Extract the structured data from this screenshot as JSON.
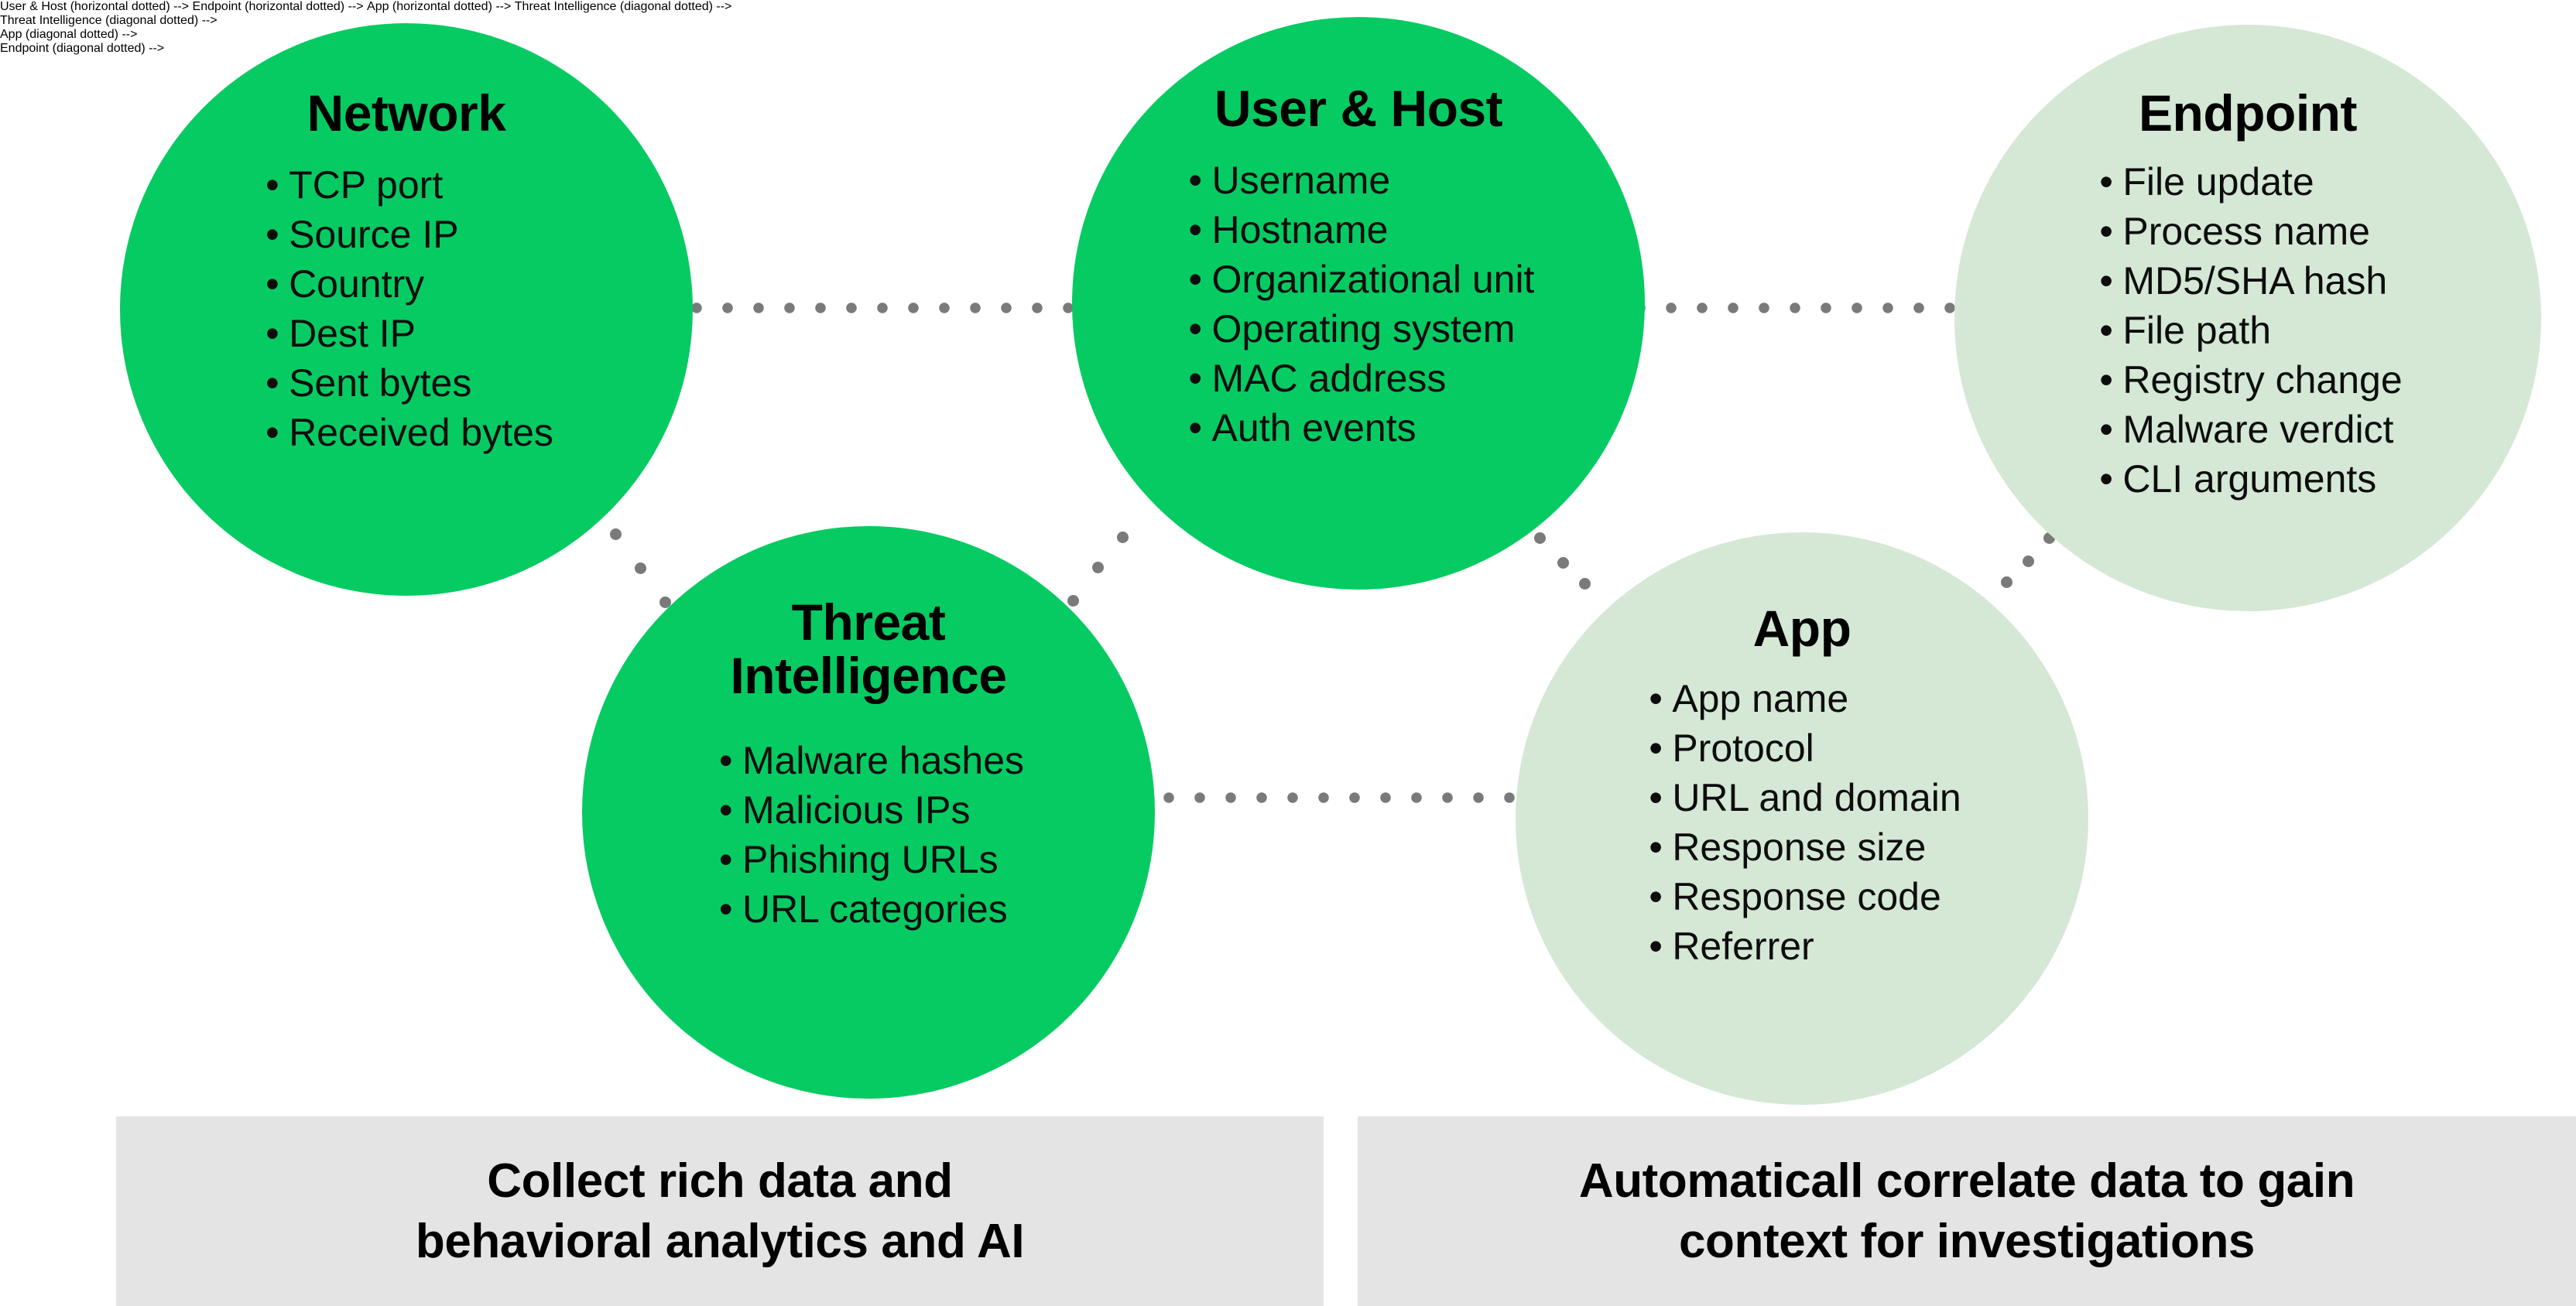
{
  "diagram": {
    "colors": {
      "bubble_dark": "#06CB62",
      "bubble_light": "#D4E8D5",
      "connector_dot": "#7A7A7A",
      "caption_background": "#E4E4E4",
      "text": "#000000",
      "page_background": "#FFFFFF"
    },
    "bubbles": [
      {
        "id": "network",
        "title": "Network",
        "tone": "dark",
        "items": [
          "TCP port",
          "Source IP",
          "Country",
          "Dest IP",
          "Sent bytes",
          "Received bytes"
        ]
      },
      {
        "id": "user-host",
        "title": "User & Host",
        "tone": "dark",
        "items": [
          "Username",
          "Hostname",
          "Organizational unit",
          "Operating system",
          "MAC address",
          "Auth events"
        ]
      },
      {
        "id": "endpoint",
        "title": "Endpoint",
        "tone": "light",
        "items": [
          "File update",
          "Process name",
          "MD5/SHA hash",
          "File path",
          "Registry change",
          "Malware verdict",
          "CLI arguments"
        ]
      },
      {
        "id": "threat-intelligence",
        "title": "Threat\nIntelligence",
        "tone": "dark",
        "items": [
          "Malware hashes",
          "Malicious IPs",
          "Phishing URLs",
          "URL categories"
        ]
      },
      {
        "id": "app",
        "title": "App",
        "tone": "light",
        "items": [
          "App name",
          "Protocol",
          "URL and domain",
          "Response size",
          "Response code",
          "Referrer"
        ]
      }
    ],
    "connectors": [
      {
        "id": "network-to-user-host",
        "style": "dotted-horizontal"
      },
      {
        "id": "user-host-to-endpoint",
        "style": "dotted-horizontal"
      },
      {
        "id": "threat-intelligence-to-app",
        "style": "dotted-horizontal"
      },
      {
        "id": "network-to-threat-intelligence",
        "style": "dotted-diagonal"
      },
      {
        "id": "user-host-to-threat-intelligence",
        "style": "dotted-diagonal"
      },
      {
        "id": "user-host-to-app",
        "style": "dotted-diagonal"
      },
      {
        "id": "app-to-endpoint",
        "style": "dotted-diagonal"
      }
    ],
    "captions": [
      {
        "id": "collect",
        "text": "Collect rich data and\nbehavioral analytics and AI"
      },
      {
        "id": "correlate",
        "text": "Automaticall correlate data to gain\ncontext for investigations"
      }
    ]
  }
}
